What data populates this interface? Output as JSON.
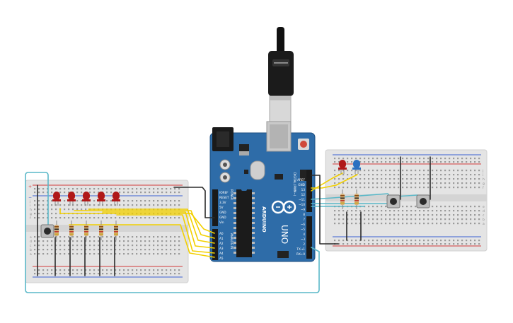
{
  "arduino": {
    "brand": "ARDUINO",
    "model": "UNO",
    "power_header": [
      "IOREF",
      "RESET",
      "3.3V",
      "5V",
      "GND",
      "GND",
      "Vin"
    ],
    "analog_header": [
      "A0",
      "A1",
      "A2",
      "A3",
      "A4",
      "A5"
    ],
    "power_group_label": "POWER",
    "analog_group_label": "ANALOG IN",
    "digital_top": [
      "AREF",
      "GND",
      "13",
      "12",
      "~11",
      "~10",
      "~9",
      "8"
    ],
    "digital_bottom": [
      "7",
      "~6",
      "~5",
      "4",
      "~3",
      "2",
      "TX→1",
      "RX←0"
    ],
    "digital_group_label": "DIGITAL (PWM~)"
  },
  "breadboard": {
    "row_letters_top": [
      "j",
      "i",
      "h",
      "g",
      "f"
    ],
    "row_letters_bottom": [
      "e",
      "d",
      "c",
      "b",
      "a"
    ],
    "rail_plus": "+",
    "rail_minus": "−"
  },
  "colors": {
    "board": "#2e6ca8",
    "board_dark": "#1f4f80",
    "breadboard": "#e6e6e6",
    "rail_red": "#d23a3a",
    "rail_blue": "#3a5fd2",
    "wire_yellow": "#f2d000",
    "wire_black": "#2b2b2b",
    "wire_cyan": "#5ab8c8",
    "led_red": "#b01818",
    "led_blue": "#2b6fc0"
  }
}
